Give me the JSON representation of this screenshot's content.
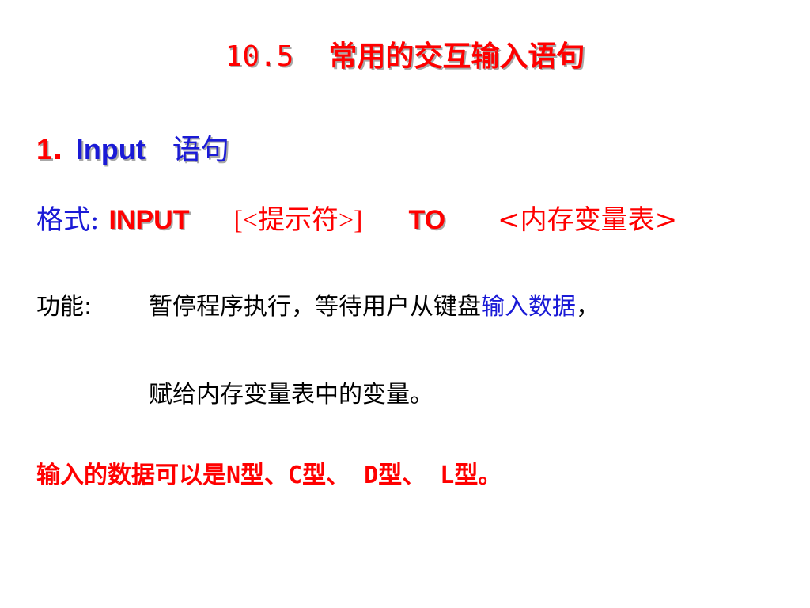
{
  "title": {
    "number": "10.5",
    "text": "常用的交互输入语句"
  },
  "heading": {
    "number": "1",
    "dot": ".",
    "keyword": "Input",
    "text": "语句"
  },
  "format": {
    "label": "格式:",
    "command": "INPUT",
    "prompt": "[<提示符>]",
    "to": "TO",
    "vars": "<内存变量表>"
  },
  "function": {
    "label": "功能:",
    "line1_before": "暂停程序执行，等待用户从键盘",
    "line1_highlight": "输入数据",
    "line1_after": "，",
    "line2": "赋给内存变量表中的变量。"
  },
  "note": "输入的数据可以是N型、C型、 D型、 L型。",
  "colors": {
    "red": "#ff0000",
    "blue": "#1a1ad6",
    "black": "#000000"
  }
}
